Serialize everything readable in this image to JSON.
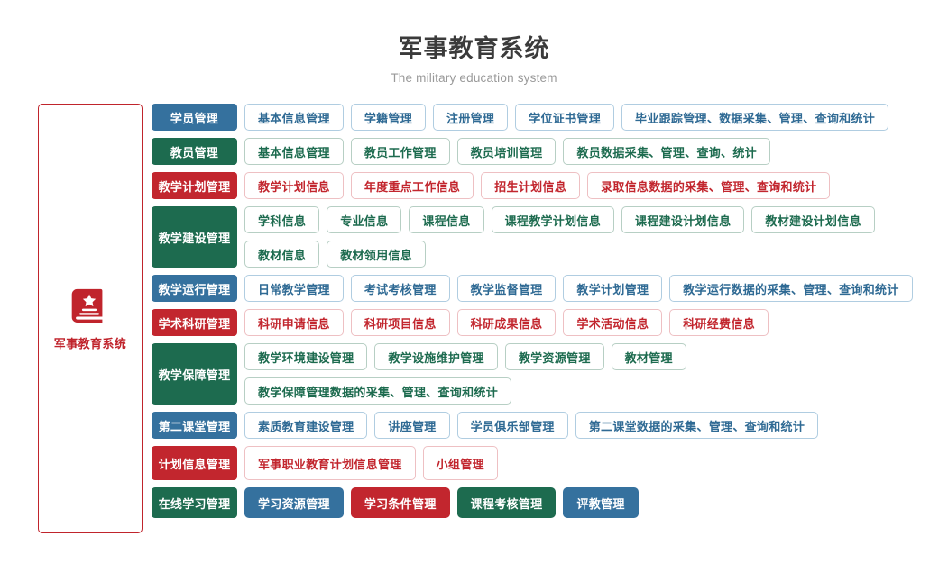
{
  "header": {
    "title": "军事教育系统",
    "subtitle": "The military education system"
  },
  "sidebar": {
    "icon": "book-star-icon",
    "label": "军事教育系统",
    "border_color": "#c0242c"
  },
  "palette": {
    "blue": "#35719e",
    "green": "#1d6b4f",
    "red": "#c2262e",
    "outline_blue": "#b0cde1",
    "outline_green": "#b7cfc4",
    "outline_red": "#eec0c3",
    "title_color": "#3b3b3b",
    "subtitle_color": "#9a9a9a",
    "background": "#ffffff"
  },
  "rows": [
    {
      "label": "学员管理",
      "color": "blue",
      "items": [
        "基本信息管理",
        "学籍管理",
        "注册管理",
        "学位证书管理",
        "毕业跟踪管理、数据采集、管理、查询和统计"
      ]
    },
    {
      "label": "教员管理",
      "color": "green",
      "items": [
        "基本信息管理",
        "教员工作管理",
        "教员培训管理",
        "教员数据采集、管理、查询、统计"
      ]
    },
    {
      "label": "教学计划管理",
      "color": "red",
      "items": [
        "教学计划信息",
        "年度重点工作信息",
        "招生计划信息",
        "录取信息数据的采集、管理、查询和统计"
      ]
    },
    {
      "label": "教学建设管理",
      "color": "green",
      "items": [
        "学科信息",
        "专业信息",
        "课程信息",
        "课程教学计划信息",
        "课程建设计划信息",
        "教材建设计划信息",
        "教材信息",
        "教材领用信息"
      ]
    },
    {
      "label": "教学运行管理",
      "color": "blue",
      "items": [
        "日常教学管理",
        "考试考核管理",
        "教学监督管理",
        "教学计划管理",
        "教学运行数据的采集、管理、查询和统计"
      ]
    },
    {
      "label": "学术科研管理",
      "color": "red",
      "items": [
        "科研申请信息",
        "科研项目信息",
        "科研成果信息",
        "学术活动信息",
        "科研经费信息"
      ]
    },
    {
      "label": "教学保障管理",
      "color": "green",
      "items": [
        "教学环境建设管理",
        "教学设施维护管理",
        "教学资源管理",
        "教材管理",
        "教学保障管理数据的采集、管理、查询和统计"
      ]
    },
    {
      "label": "第二课堂管理",
      "color": "blue",
      "items": [
        "素质教育建设管理",
        "讲座管理",
        "学员俱乐部管理",
        "第二课堂数据的采集、管理、查询和统计"
      ]
    },
    {
      "label": "计划信息管理",
      "color": "red",
      "items": [
        "军事职业教育计划信息管理",
        "小组管理"
      ]
    },
    {
      "label": "在线学习管理",
      "color": "green",
      "items": [
        "学习资源管理",
        "学习条件管理",
        "课程考核管理",
        "评教管理"
      ],
      "item_colors": [
        "solid-blue",
        "solid-red",
        "solid-green",
        "solid-blue"
      ]
    }
  ]
}
